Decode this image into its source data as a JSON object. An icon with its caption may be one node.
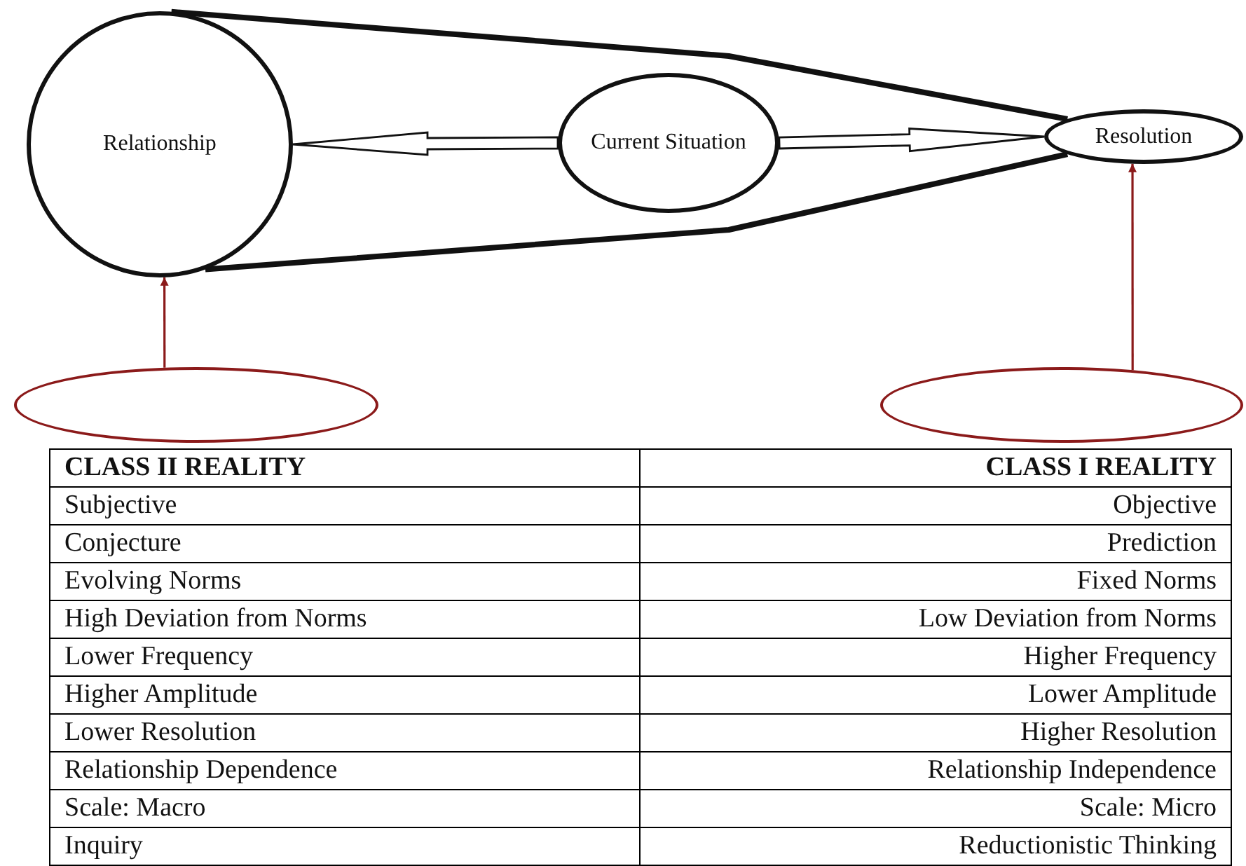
{
  "diagram": {
    "nodes": [
      {
        "text": [
          "Relationship"
        ]
      },
      {
        "text": [
          "Current Situation"
        ]
      },
      {
        "text": [
          "Resolution"
        ]
      },
      {
        "text": [],
        "shape": "ellipse"
      },
      {
        "text": [],
        "shape": "ellipse"
      }
    ],
    "edges": [
      {
        "from": 1,
        "to": 0,
        "arrow": "to"
      },
      {
        "from": 1,
        "to": 2,
        "arrow": "to"
      },
      {
        "from": 0,
        "to": 2,
        "arrow": "none",
        "style": "thick"
      },
      {
        "from": 0,
        "to": 2,
        "arrow": "none",
        "style": "thick"
      },
      {
        "from": 3,
        "to": 0,
        "arrow": "to",
        "color": "#8b1a1a"
      },
      {
        "from": 4,
        "to": 2,
        "arrow": "to",
        "color": "#8b1a1a"
      }
    ],
    "labels": [
      "CLASS II REALITY",
      "CLASS I REALITY",
      "Subjective",
      "Objective",
      "Conjecture",
      "Prediction",
      "Evolving Norms",
      "Fixed Norms",
      "High Deviation from Norms",
      "Low Deviation from Norms",
      "Lower Frequency",
      "Higher Frequency",
      "Higher Amplitude",
      "Lower Amplitude",
      "Lower Resolution",
      "Higher Resolution",
      "Relationship Dependence",
      "Relationship Independence",
      "Scale: Macro",
      "Scale: Micro",
      "Inquiry",
      "Reductionistic Thinking"
    ]
  }
}
